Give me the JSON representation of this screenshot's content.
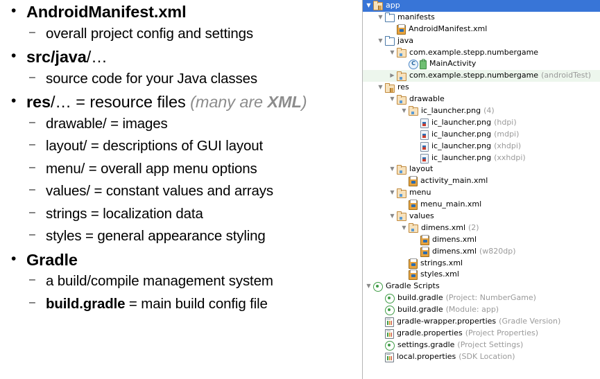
{
  "slide": {
    "bullets": [
      {
        "level": 1,
        "name": "bullet-androidmanifest",
        "parts": [
          {
            "t": "AndroidManifest.xml",
            "s": "b"
          }
        ]
      },
      {
        "level": 2,
        "name": "bullet-manifest-desc",
        "parts": [
          {
            "t": "overall project config and settings",
            "s": "n"
          }
        ]
      },
      {
        "level": 1,
        "name": "bullet-src-java",
        "parts": [
          {
            "t": "src/java",
            "s": "b"
          },
          {
            "t": "/…",
            "s": "n"
          }
        ]
      },
      {
        "level": 2,
        "name": "bullet-src-java-desc",
        "parts": [
          {
            "t": "source code for your Java classes",
            "s": "n"
          }
        ]
      },
      {
        "level": 1,
        "name": "bullet-res",
        "parts": [
          {
            "t": "res",
            "s": "b"
          },
          {
            "t": "/…",
            "s": "n"
          },
          {
            "t": "  = resource files",
            "s": "n"
          },
          {
            "t": "  ",
            "s": "n"
          },
          {
            "t": "(many are ",
            "s": "gi"
          },
          {
            "t": "XML",
            "s": "gib"
          },
          {
            "t": ")",
            "s": "gi"
          }
        ]
      },
      {
        "level": 2,
        "name": "bullet-drawable",
        "parts": [
          {
            "t": "drawable/  = images",
            "s": "n"
          }
        ]
      },
      {
        "level": 2,
        "name": "bullet-layout",
        "parts": [
          {
            "t": "layout/  = descriptions of GUI layout",
            "s": "n"
          }
        ]
      },
      {
        "level": 2,
        "name": "bullet-menu",
        "parts": [
          {
            "t": "menu/  = overall app menu options",
            "s": "n"
          }
        ]
      },
      {
        "level": 2,
        "name": "bullet-values",
        "parts": [
          {
            "t": "values/  = constant values and arrays",
            "s": "n"
          }
        ]
      },
      {
        "level": 2,
        "name": "bullet-strings",
        "parts": [
          {
            "t": "strings  = localization data",
            "s": "n"
          }
        ]
      },
      {
        "level": 2,
        "name": "bullet-styles",
        "parts": [
          {
            "t": "styles    = general appearance styling",
            "s": "n"
          }
        ]
      },
      {
        "level": 1,
        "name": "bullet-gradle",
        "parts": [
          {
            "t": "Gradle",
            "s": "b"
          }
        ]
      },
      {
        "level": 2,
        "name": "bullet-gradle-desc",
        "parts": [
          {
            "t": "a build/compile management system",
            "s": "n"
          }
        ]
      },
      {
        "level": 2,
        "name": "bullet-build-gradle",
        "parts": [
          {
            "t": "build.gradle",
            "s": "b"
          },
          {
            "t": "  = main build config file",
            "s": "n"
          }
        ]
      }
    ]
  },
  "tree": {
    "selected_label": "app",
    "colors": {
      "selection_bg": "#3875d7",
      "selection_fg": "#ffffff",
      "test_package_bg": "#edf6ed",
      "note_fg": "#9a9a9a"
    },
    "rows": [
      {
        "name": "tree-row-app",
        "indent": 0,
        "arrow": "down",
        "icon": "module-folder-icon",
        "label": "app",
        "note": "",
        "state": "selected"
      },
      {
        "name": "tree-row-manifests",
        "indent": 1,
        "arrow": "down",
        "icon": "folder-icon",
        "label": "manifests",
        "note": "",
        "state": "normal"
      },
      {
        "name": "tree-row-androidmanifest-xml",
        "indent": 2,
        "arrow": "none",
        "icon": "xml-file-icon",
        "label": "AndroidManifest.xml",
        "note": "",
        "state": "normal"
      },
      {
        "name": "tree-row-java",
        "indent": 1,
        "arrow": "down",
        "icon": "folder-icon",
        "label": "java",
        "note": "",
        "state": "normal"
      },
      {
        "name": "tree-row-package-main",
        "indent": 2,
        "arrow": "down",
        "icon": "package-folder-icon",
        "label": "com.example.stepp.numbergame",
        "note": "",
        "state": "normal"
      },
      {
        "name": "tree-row-mainactivity",
        "indent": 3,
        "arrow": "none",
        "icon": "java-class-icon",
        "label": "MainActivity",
        "note": "",
        "state": "normal"
      },
      {
        "name": "tree-row-package-androidtest",
        "indent": 2,
        "arrow": "right",
        "icon": "package-folder-icon",
        "label": "com.example.stepp.numbergame",
        "note": "(androidTest)",
        "state": "testpkg"
      },
      {
        "name": "tree-row-res",
        "indent": 1,
        "arrow": "down",
        "icon": "module-folder-icon",
        "label": "res",
        "note": "",
        "state": "normal"
      },
      {
        "name": "tree-row-drawable",
        "indent": 2,
        "arrow": "down",
        "icon": "package-folder-icon",
        "label": "drawable",
        "note": "",
        "state": "normal"
      },
      {
        "name": "tree-row-ic-launcher-group",
        "indent": 3,
        "arrow": "down",
        "icon": "package-folder-icon",
        "label": "ic_launcher.png",
        "note": "(4)",
        "state": "normal"
      },
      {
        "name": "tree-row-ic-launcher-hdpi",
        "indent": 4,
        "arrow": "none",
        "icon": "png-file-icon",
        "label": "ic_launcher.png",
        "note": "(hdpi)",
        "state": "normal"
      },
      {
        "name": "tree-row-ic-launcher-mdpi",
        "indent": 4,
        "arrow": "none",
        "icon": "png-file-icon",
        "label": "ic_launcher.png",
        "note": "(mdpi)",
        "state": "normal"
      },
      {
        "name": "tree-row-ic-launcher-xhdpi",
        "indent": 4,
        "arrow": "none",
        "icon": "png-file-icon",
        "label": "ic_launcher.png",
        "note": "(xhdpi)",
        "state": "normal"
      },
      {
        "name": "tree-row-ic-launcher-xxhdpi",
        "indent": 4,
        "arrow": "none",
        "icon": "png-file-icon",
        "label": "ic_launcher.png",
        "note": "(xxhdpi)",
        "state": "normal"
      },
      {
        "name": "tree-row-layout",
        "indent": 2,
        "arrow": "down",
        "icon": "package-folder-icon",
        "label": "layout",
        "note": "",
        "state": "normal"
      },
      {
        "name": "tree-row-activity-main-xml",
        "indent": 3,
        "arrow": "none",
        "icon": "xml-file-icon",
        "label": "activity_main.xml",
        "note": "",
        "state": "normal"
      },
      {
        "name": "tree-row-menu",
        "indent": 2,
        "arrow": "down",
        "icon": "package-folder-icon",
        "label": "menu",
        "note": "",
        "state": "normal"
      },
      {
        "name": "tree-row-menu-main-xml",
        "indent": 3,
        "arrow": "none",
        "icon": "xml-file-icon",
        "label": "menu_main.xml",
        "note": "",
        "state": "normal"
      },
      {
        "name": "tree-row-values",
        "indent": 2,
        "arrow": "down",
        "icon": "package-folder-icon",
        "label": "values",
        "note": "",
        "state": "normal"
      },
      {
        "name": "tree-row-dimens-group",
        "indent": 3,
        "arrow": "down",
        "icon": "package-folder-icon",
        "label": "dimens.xml",
        "note": "(2)",
        "state": "normal"
      },
      {
        "name": "tree-row-dimens-xml",
        "indent": 4,
        "arrow": "none",
        "icon": "xml-file-icon",
        "label": "dimens.xml",
        "note": "",
        "state": "normal"
      },
      {
        "name": "tree-row-dimens-xml-w820dp",
        "indent": 4,
        "arrow": "none",
        "icon": "xml-file-icon",
        "label": "dimens.xml",
        "note": "(w820dp)",
        "state": "normal"
      },
      {
        "name": "tree-row-strings-xml",
        "indent": 3,
        "arrow": "none",
        "icon": "xml-file-icon",
        "label": "strings.xml",
        "note": "",
        "state": "normal"
      },
      {
        "name": "tree-row-styles-xml",
        "indent": 3,
        "arrow": "none",
        "icon": "xml-file-icon",
        "label": "styles.xml",
        "note": "",
        "state": "normal"
      },
      {
        "name": "tree-row-gradle-scripts",
        "indent": 0,
        "arrow": "down",
        "icon": "gradle-icon",
        "label": "Gradle Scripts",
        "note": "",
        "state": "normal"
      },
      {
        "name": "tree-row-build-gradle-project",
        "indent": 1,
        "arrow": "none",
        "icon": "gradle-icon",
        "label": "build.gradle",
        "note": "(Project: NumberGame)",
        "state": "normal"
      },
      {
        "name": "tree-row-build-gradle-module",
        "indent": 1,
        "arrow": "none",
        "icon": "gradle-icon",
        "label": "build.gradle",
        "note": "(Module: app)",
        "state": "normal"
      },
      {
        "name": "tree-row-gradle-wrapper-props",
        "indent": 1,
        "arrow": "none",
        "icon": "properties-file-icon",
        "label": "gradle-wrapper.properties",
        "note": "(Gradle Version)",
        "state": "normal"
      },
      {
        "name": "tree-row-gradle-properties",
        "indent": 1,
        "arrow": "none",
        "icon": "properties-file-icon",
        "label": "gradle.properties",
        "note": "(Project Properties)",
        "state": "normal"
      },
      {
        "name": "tree-row-settings-gradle",
        "indent": 1,
        "arrow": "none",
        "icon": "gradle-icon",
        "label": "settings.gradle",
        "note": "(Project Settings)",
        "state": "normal"
      },
      {
        "name": "tree-row-local-properties",
        "indent": 1,
        "arrow": "none",
        "icon": "properties-file-icon",
        "label": "local.properties",
        "note": "(SDK Location)",
        "state": "normal"
      }
    ]
  }
}
